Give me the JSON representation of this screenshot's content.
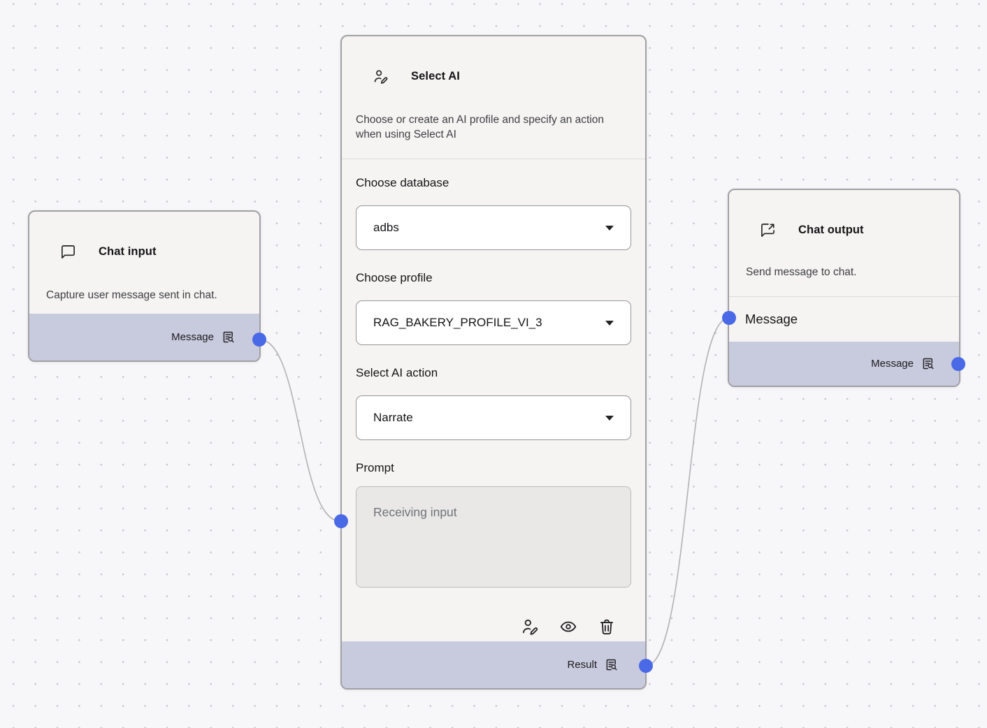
{
  "colors": {
    "canvas_bg": "#f7f7f9",
    "node_bg": "#f5f4f2",
    "node_border": "#a0a0a5",
    "footer_lavender": "#c8cadd",
    "port_blue": "#4a69e6",
    "edge_gray": "#b2b2b4"
  },
  "nodes": {
    "chat_input": {
      "icon": "chat-bubble-icon",
      "title": "Chat input",
      "description": "Capture user message sent in chat.",
      "output_label": "Message"
    },
    "select_ai": {
      "icon": "user-edit-icon",
      "title": "Select AI",
      "description": "Choose or create an AI profile and specify an action when using Select AI",
      "fields": [
        {
          "label": "Choose database",
          "type": "select",
          "value": "adbs"
        },
        {
          "label": "Choose profile",
          "type": "select",
          "value": "RAG_BAKERY_PROFILE_VI_3"
        },
        {
          "label": "Select AI action",
          "type": "select",
          "value": "Narrate"
        },
        {
          "label": "Prompt",
          "type": "textarea",
          "placeholder": "Receiving input"
        }
      ],
      "action_icons": [
        "user-edit-icon",
        "eye-icon",
        "trash-icon"
      ],
      "output_label": "Result"
    },
    "chat_output": {
      "icon": "chat-export-icon",
      "title": "Chat output",
      "description": "Send message to chat.",
      "input_label": "Message",
      "output_label": "Message"
    }
  }
}
